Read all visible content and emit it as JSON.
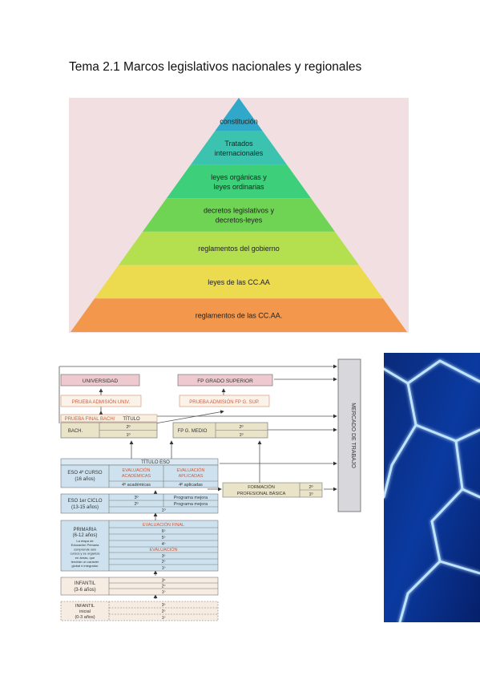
{
  "title": "Tema 2.1  Marcos legislativos nacionales y regionales",
  "pyramid": {
    "levels": [
      {
        "lines": [
          "constitución"
        ],
        "color": "#2fa8c9"
      },
      {
        "lines": [
          "Tratados",
          "internacionales"
        ],
        "color": "#3cc3b0"
      },
      {
        "lines": [
          "leyes orgánicas y",
          "leyes ordinarias"
        ],
        "color": "#3ecf7a"
      },
      {
        "lines": [
          "decretos legislativos y",
          "decretos-leyes"
        ],
        "color": "#6fd454"
      },
      {
        "lines": [
          "reglamentos del gobierno"
        ],
        "color": "#b4e050"
      },
      {
        "lines": [
          "leyes de las CC.AA"
        ],
        "color": "#ecdb4f"
      },
      {
        "lines": [
          "reglamentos de las CC.AA."
        ],
        "color": "#f2974b"
      }
    ],
    "background": "#f1dfe1"
  },
  "edu": {
    "universidad": "UNIVERSIDAD",
    "fp_superior": "FP GRADO SUPERIOR",
    "prueba_univ": "PRUEBA ADMISIÓN UNIV.",
    "prueba_fp": "PRUEBA ADMISIÓN FP G. SUP.",
    "prueba_bach": "PRUEBA FINAL BACH/",
    "titulo_bach": "TÍTULO",
    "bach": "BACH.",
    "bach_2": "2º",
    "bach_1": "1º",
    "fp_medio": "FP G. MEDIO",
    "fpm_2": "2º",
    "fpm_1": "1º",
    "titulo_eso": "TÍTULO ESO",
    "eso4_l1": "ESO 4º CURSO",
    "eso4_l2": "(16 años)",
    "eval_acad_l1": "EVALUACIÓN",
    "eval_acad_l2": "ACADÉMICAS",
    "eval_apl_l1": "EVALUACIÓN",
    "eval_apl_l2": "APLICADAS",
    "cuarto_acad": "4º académicas",
    "cuarto_apl": "4º aplicadas",
    "fpb_l1": "FORMACIÓN",
    "fpb_l2": "PROFESIONAL BÁSICA",
    "fpb_2": "2º",
    "fpb_1": "1º",
    "eso1_l1": "ESO 1er CICLO",
    "eso1_l2": "(13-15 años)",
    "eso1_3": "3º",
    "eso1_2": "2º",
    "eso1_1": "1º",
    "prog_mejora_1": "Programa mejora",
    "prog_mejora_2": "Programa mejora",
    "eval_final": "EVALUACIÓN FINAL",
    "prim_l1": "PRIMARIA",
    "prim_l2": "(6-12 años)",
    "prim_note": [
      "La etapa de",
      "Educación Primaria",
      "comprende seis",
      "cursos y se organiza",
      "en áreas, que",
      "tendrán un carácter",
      "global e integrador"
    ],
    "prim_6": "6º",
    "prim_5": "5º",
    "prim_4": "4º",
    "prim_eval": "EVALUACIÓN",
    "prim_3": "3º",
    "prim_2": "2º",
    "prim_1": "1º",
    "inf_l1": "INFANTIL",
    "inf_l2": "(3-6 años)",
    "inf_3": "3º",
    "inf_2": "2º",
    "inf_1": "1º",
    "infi_l1": "INFANTIL",
    "infi_l2": "inicial",
    "infi_l3": "(0-3 años)",
    "infi_3": "3º",
    "infi_2": "2º",
    "infi_1": "1º",
    "mercado": "MERCADO DE TRABAJO"
  }
}
